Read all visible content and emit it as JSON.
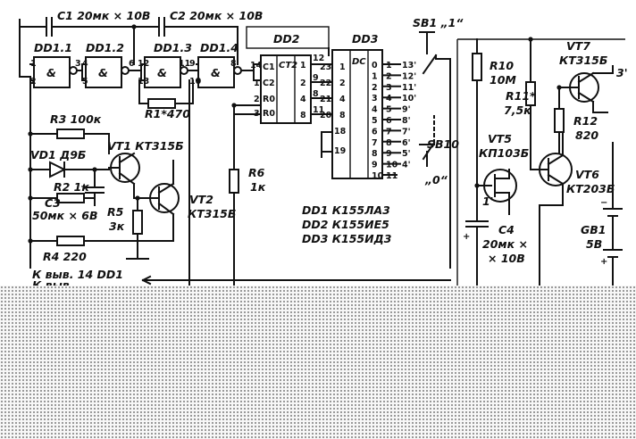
{
  "labels": {
    "c1": "C1 20мк × 10В",
    "c2": "C2 20мк × 10В",
    "dd1_1": "DD1.1",
    "dd1_2": "DD1.2",
    "dd1_3": "DD1.3",
    "dd1_4": "DD1.4",
    "dd2": "DD2",
    "dd3": "DD3",
    "ct2": "CT2",
    "dc": "DC",
    "sb1": "SB1 „1“",
    "sb10": "SB10",
    "sb10_note": "„0“",
    "r1": "R1*470",
    "r3": "R3 100к",
    "vd1": "VD1 Д9Б",
    "r2": "R2 1к",
    "c3_a": "C3",
    "c3_b": "50мк × 6В",
    "r5_a": "R5",
    "r5_b": "3к",
    "r4": "R4 220",
    "vt1": "VT1 КТ315Б",
    "vt2_a": "VT2",
    "vt2_b": "КТ315Б",
    "r6_a": "R6",
    "r6_b": "1к",
    "r10_a": "R10",
    "r10_b": "10М",
    "r11_a": "R11*",
    "r11_b": "7,5к",
    "vt7_a": "VT7",
    "vt7_b": "КТ315Б",
    "r12_a": "R12",
    "r12_b": "820",
    "vt5_a": "VT5",
    "vt5_b": "КП103Б",
    "vt6_a": "VT6",
    "vt6_b": "КТ203Б",
    "c4_a": "C4",
    "c4_b": "20мк ×",
    "c4_c": "× 10В",
    "gb1_a": "GB1",
    "gb1_b": "5В",
    "pt3": "3'",
    "pt1": "1'",
    "amp": "&",
    "one": "1",
    "legend1": "DD1  К155ЛА3",
    "legend2": "DD2  К155ИЕ5",
    "legend3": "DD3  К155ИД3",
    "note1": "К выв. 14 DD1",
    "note2": "К выв."
  },
  "pins": {
    "dd2_in": [
      "C1",
      "C2",
      "R0",
      "R0"
    ],
    "dd2_in_nums": [
      "14",
      "1",
      "2",
      "3"
    ],
    "dd2_out": [
      "1",
      "2",
      "4",
      "8"
    ],
    "dd2_out_nums": [
      "12",
      "9",
      "8",
      "11"
    ],
    "dd3_in": [
      "1",
      "2",
      "4",
      "8"
    ],
    "dd3_in_nums": [
      "23",
      "22",
      "21",
      "20"
    ],
    "dd3_strobe_nums": [
      "18",
      "19"
    ],
    "dd3_out": [
      "0",
      "1",
      "2",
      "3",
      "4",
      "5",
      "6",
      "7",
      "8",
      "9",
      "10"
    ],
    "dd3_out_nums": [
      "1",
      "2",
      "3",
      "4",
      "5",
      "6",
      "7",
      "8",
      "9",
      "10",
      "11"
    ],
    "dd3_contacts": [
      "13'",
      "12'",
      "11'",
      "10'",
      "9'",
      "8'",
      "7'",
      "6'",
      "5'",
      "4'"
    ],
    "gate_pins": [
      "1",
      "2",
      "3",
      "4",
      "5",
      "6",
      "12",
      "13",
      "11",
      "9",
      "10",
      "8"
    ]
  },
  "colors": {
    "ink": "#111111",
    "paper": "#ffffff",
    "dots": "#8a8a8a"
  }
}
